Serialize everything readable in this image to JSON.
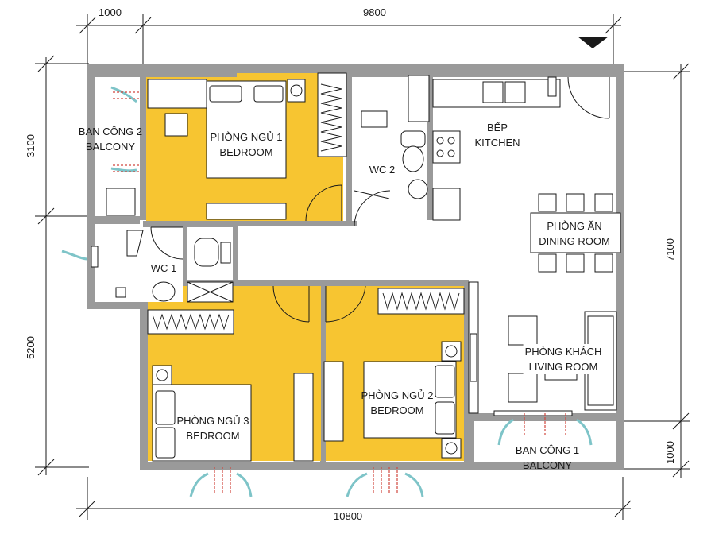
{
  "dimensions": {
    "top_left": "1000",
    "top_main": "9800",
    "bottom": "10800",
    "left_upper": "3100",
    "left_lower": "5200",
    "right_main": "7100",
    "right_lower": "1000"
  },
  "rooms": {
    "balcony2": {
      "line1": "BAN CÔNG 2",
      "line2": "BALCONY"
    },
    "bedroom1": {
      "line1": "PHÒNG NGỦ 1",
      "line2": "BEDROOM"
    },
    "wc2": {
      "line1": "WC 2"
    },
    "kitchen": {
      "line1": "BẾP",
      "line2": "KITCHEN"
    },
    "dining": {
      "line1": "PHÒNG ĂN",
      "line2": "DINING ROOM"
    },
    "wc1": {
      "line1": "WC 1"
    },
    "living": {
      "line1": "PHÒNG KHÁCH",
      "line2": "LIVING ROOM"
    },
    "bedroom2": {
      "line1": "PHÒNG NGỦ 2",
      "line2": "BEDROOM"
    },
    "bedroom3": {
      "line1": "PHÒNG NGỦ 3",
      "line2": "BEDROOM"
    },
    "balcony1": {
      "line1": "BAN CÔNG 1",
      "line2": "BALCONY"
    }
  },
  "colors": {
    "wall": "#9a9a9a",
    "bedroom_floor": "#f7c531",
    "airflow_blue": "#7ec4c8",
    "airflow_red": "#d0463e",
    "line": "#1a1a1a"
  }
}
